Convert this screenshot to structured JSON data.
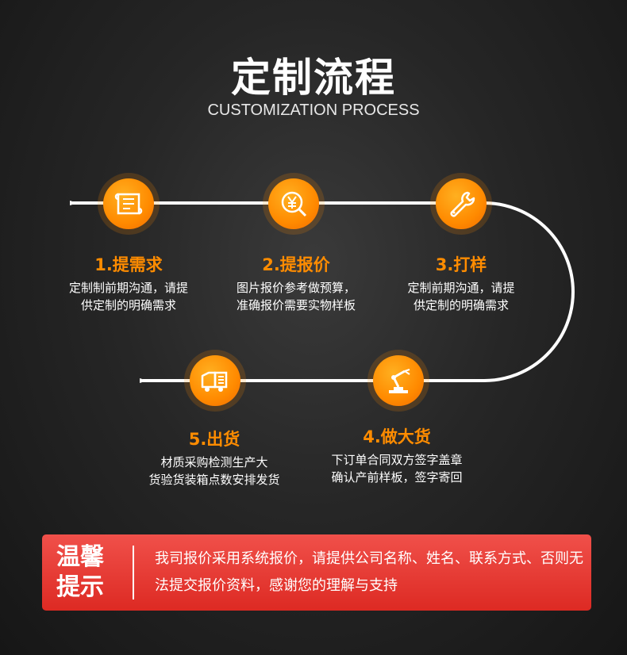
{
  "header": {
    "title": "定制流程",
    "subtitle": "CUSTOMIZATION PROCESS"
  },
  "steps": [
    {
      "name": "1.提需求",
      "desc_line1": "定制制前期沟通，请提",
      "desc_line2": "供定制的明确需求",
      "icon": "blueprint-icon"
    },
    {
      "name": "2.提报价",
      "desc_line1": "图片报价参考做预算，",
      "desc_line2": "准确报价需要实物样板",
      "icon": "yen-search-icon"
    },
    {
      "name": "3.打样",
      "desc_line1": "定制前期沟通，请提",
      "desc_line2": "供定制的明确需求",
      "icon": "wrench-icon"
    },
    {
      "name": "4.做大货",
      "desc_line1": "下订单合同双方签字盖章",
      "desc_line2": "确认产前样板，签字寄回",
      "icon": "robot-arm-icon"
    },
    {
      "name": "5.出货",
      "desc_line1": "材质采购检测生产大",
      "desc_line2": "货验货装箱点数安排发货",
      "icon": "delivery-truck-icon"
    }
  ],
  "tip": {
    "label_line1": "温馨",
    "label_line2": "提示",
    "text": "我司报价采用系统报价，请提供公司名称、姓名、联系方式、否则无法提交报价资料，感谢您的理解与支持"
  },
  "colors": {
    "accent": "#ff8c00",
    "tip_bg": "#e53a33"
  }
}
